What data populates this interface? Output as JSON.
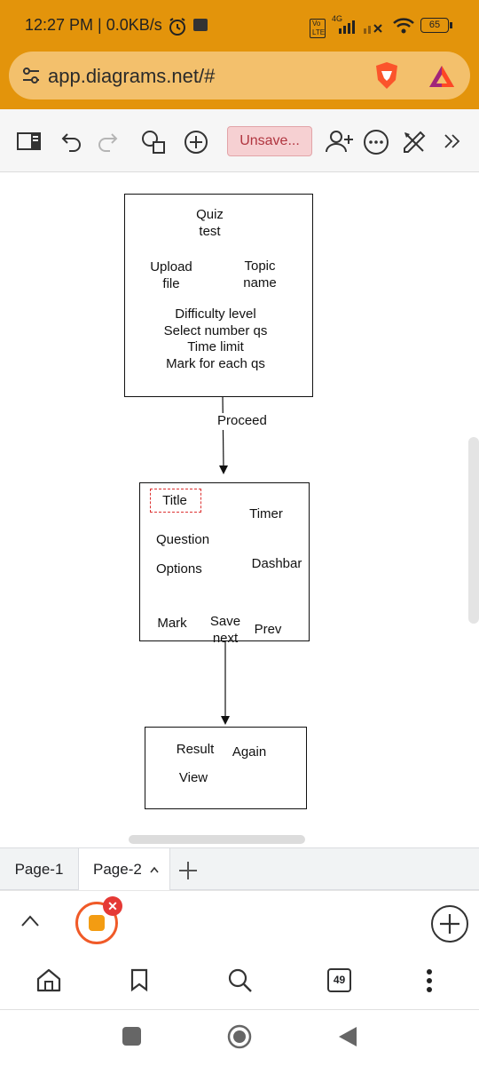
{
  "status_bar": {
    "time_speed": "12:27 PM | 0.0KB/s",
    "network": "4G",
    "volte": "Vo LTE",
    "battery": "65"
  },
  "browser": {
    "url": "app.diagrams.net/#",
    "accent": "#E3940B",
    "tab_count": "49"
  },
  "toolbar": {
    "unsaved_label": "Unsave..."
  },
  "diagram": {
    "box1": {
      "title": "Quiz\ntest",
      "upload": "Upload\nfile",
      "topic": "Topic\nname",
      "settings": "Difficulty level\nSelect number qs\nTime limit\nMark for each qs"
    },
    "edge1_label": "Proceed",
    "box2": {
      "title": "Title",
      "timer": "Timer",
      "question": "Question",
      "options": "Options",
      "dashbar": "Dashbar",
      "mark": "Mark",
      "save_next": "Save\nnext",
      "prev": "Prev"
    },
    "box3": {
      "result": "Result",
      "again": "Again",
      "view": "View"
    }
  },
  "pages": {
    "tabs": [
      "Page-1",
      "Page-2"
    ]
  }
}
